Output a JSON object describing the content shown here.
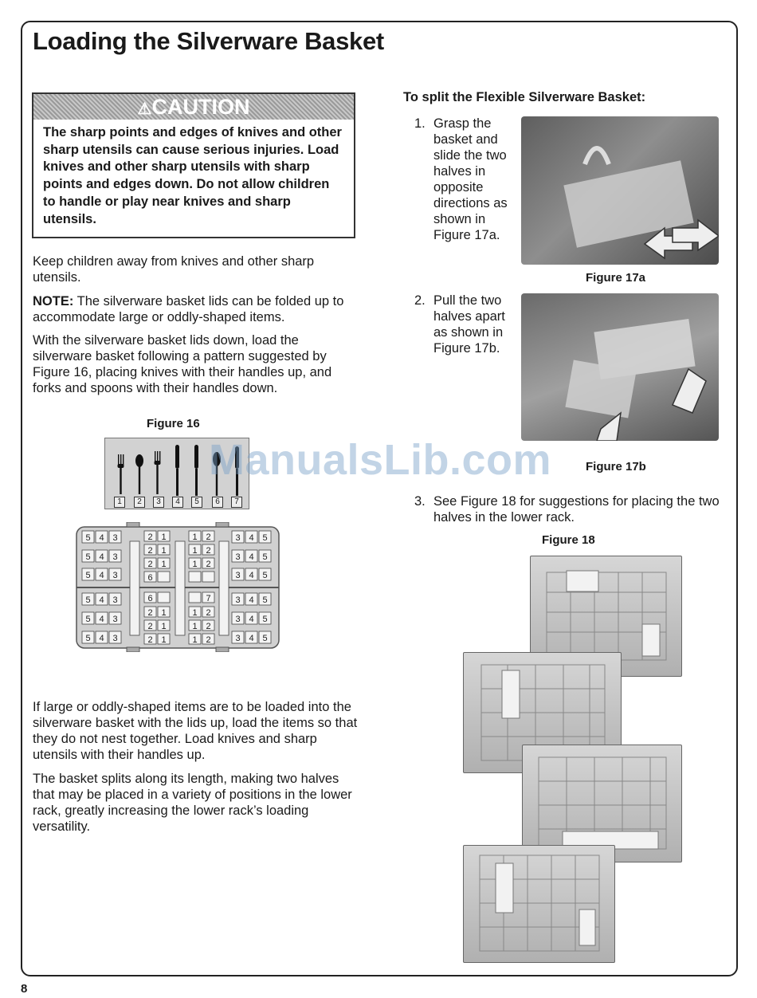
{
  "page": {
    "title": "Loading the Silverware Basket",
    "page_number": "8",
    "watermark": "ManualsLib.com"
  },
  "caution": {
    "symbol": "⚠",
    "heading": "CAUTION",
    "text": "The sharp points and edges of knives and other sharp utensils can cause serious injuries. Load knives and other sharp utensils with sharp points and edges down. Do not allow children to handle or play near knives and sharp utensils."
  },
  "left": {
    "p1": "Keep children away from knives and other sharp utensils.",
    "note_label": "NOTE:",
    "note_text": " The silverware basket lids can be folded up to accommodate large or oddly-shaped items.",
    "p3": "With the silverware basket lids down, load the silverware basket following a pattern suggested by Figure 16, placing knives with their handles up, and forks and spoons with their handles down.",
    "figure16_label": "Figure 16",
    "cutlery_numbers": [
      "1",
      "2",
      "3",
      "4",
      "5",
      "6",
      "7"
    ],
    "p4": "If large or oddly-shaped items are to be loaded into the silverware basket with the lids up, load the items so that they do not nest together. Load knives and sharp utensils with their handles up.",
    "p5": "The basket splits along its length, making two halves that may be placed in a variety of positions in the lower rack, greatly increasing the lower rack’s loading versatility."
  },
  "right": {
    "heading": "To split the Flexible Silverware Basket:",
    "step1_num": "1.",
    "step1": "Grasp the basket and slide the two halves in opposite directions as shown in Figure 17a.",
    "fig17a_label": "Figure 17a",
    "step2_num": "2.",
    "step2": "Pull the two halves apart as shown in Figure 17b.",
    "fig17b_label": "Figure 17b",
    "step3_num": "3.",
    "step3": "See Figure 18 for suggestions for placing the two halves in the lower rack.",
    "fig18_label": "Figure 18"
  }
}
